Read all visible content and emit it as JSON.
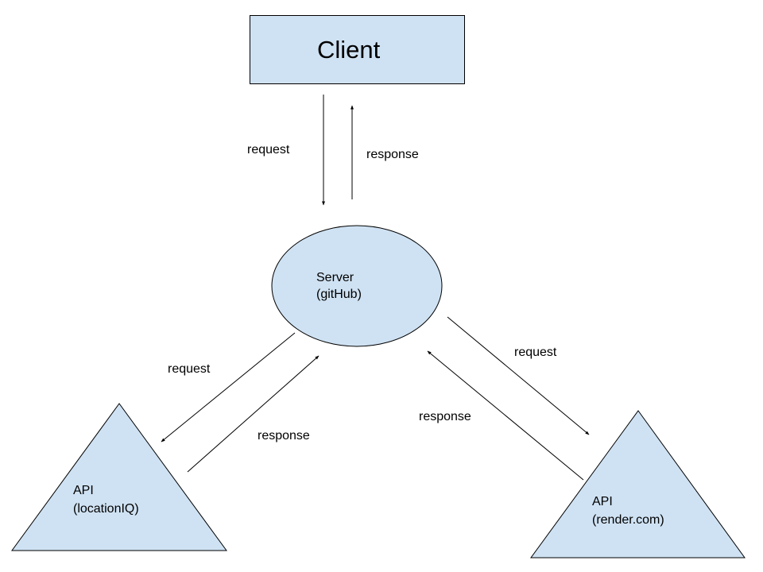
{
  "colors": {
    "node_fill": "#cfe2f3",
    "stroke": "#000000",
    "background": "#ffffff"
  },
  "nodes": {
    "client": {
      "label": "Client"
    },
    "server": {
      "line1": "Server",
      "line2": "(gitHub)"
    },
    "api_locationiq": {
      "line1": "API",
      "line2": "(locationIQ)"
    },
    "api_render": {
      "line1": "API",
      "line2": "(render.com)"
    }
  },
  "edges": {
    "client_to_server": "request",
    "server_to_client": "response",
    "server_to_locationiq": "request",
    "locationiq_to_server": "response",
    "server_to_render": "request",
    "render_to_server": "response"
  }
}
